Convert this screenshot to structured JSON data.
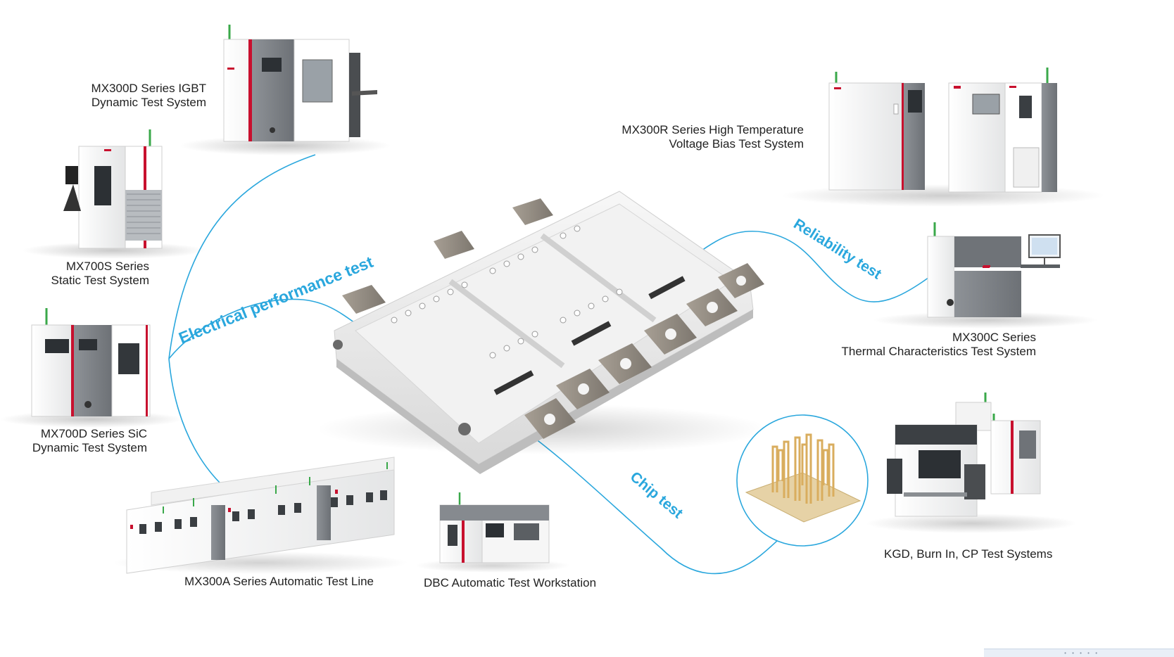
{
  "products": {
    "mx300d": {
      "line1": "MX300D Series IGBT",
      "line2": "Dynamic Test System"
    },
    "mx700s": {
      "line1": "MX700S Series",
      "line2": "Static Test System"
    },
    "mx700d": {
      "line1": "MX700D Series SiC",
      "line2": "Dynamic Test System"
    },
    "mx300a": {
      "line1": "MX300A Series  Automatic Test Line"
    },
    "dbc": {
      "line1": "DBC Automatic Test Workstation"
    },
    "mx300r": {
      "line1": "MX300R Series High Temperature",
      "line2": "Voltage Bias Test System"
    },
    "mx300c": {
      "line1": "MX300C Series",
      "line2": "Thermal Characteristics Test System"
    },
    "kgd": {
      "line1": "KGD, Burn In, CP Test Systems"
    }
  },
  "categories": {
    "electrical": "Electrical performance test",
    "reliability": "Reliability test",
    "chip": "Chip test"
  },
  "colors": {
    "accent": "#2aa7dd",
    "brand_red": "#c8102e",
    "machine_gray": "#7b7f84",
    "machine_white": "#f3f3f3"
  },
  "ui": {
    "bottom_dots": "• • • • •"
  }
}
